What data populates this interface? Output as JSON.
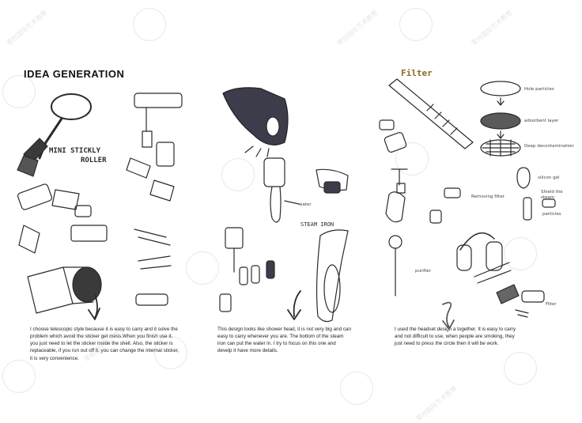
{
  "header": {
    "title": "IDEA GENERATION"
  },
  "labels": {
    "mini_stickly": "MINI STICKLY",
    "roller": "ROLLER",
    "steam_iron": "STEAM IRON",
    "filter": "Filter"
  },
  "notes": {
    "holes_particles": "Hole particles",
    "adsorbent_layer": "adsorbent layer",
    "deep_decontamination": "Deep decontamination",
    "silicon_gel": "silicon gel",
    "removing_filter": "Removing filter",
    "shield": "Shield the steam",
    "water": "water",
    "particles": "particles",
    "purifier": "purifier",
    "filter_note": "Filter"
  },
  "paragraphs": {
    "p1": "I choose telescopic style because it is easy to carry and it solve the problem which avoid the sticker get mess.When you finish use it, you just need to let the sticker inside the shell. Also, the sticker is replaceable, if you run out off it, you can change the internal sticker, it is very convenience.",
    "p2": "This design looks like shower head, it is not very big and can easy to carry whenever you are. The bottom of the steam iron can put the water in. I try to focus on this one and develp it have more details.",
    "p3": "I used the headset design a together. It is easy to carry and not difficult to use, when people are smoking, they just need to press the circle then it will be work."
  },
  "colors": {
    "ink": "#2b2b2b",
    "accent_gold": "#8a6a2a",
    "watermark": "#c8c8c8"
  }
}
